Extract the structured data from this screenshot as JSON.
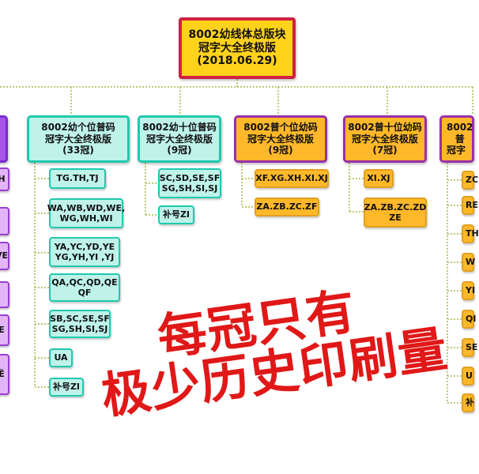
{
  "root": {
    "line1": "8002幼线体总版块",
    "line2": "冠字大全终极版",
    "line3": "(2018.06.29)"
  },
  "categories": [
    {
      "lines": [
        "8002幼个位普码",
        "冠字大全终极版",
        "(33冠)"
      ],
      "style": "teal",
      "children": [
        [
          "TG.TH,TJ"
        ],
        [
          "WA,WB,WD,WE,",
          "WG,WH,WI"
        ],
        [
          "YA,YC,YD,YE",
          "YG,YH,YI ,YJ"
        ],
        [
          "QA,QC,QD,QE",
          "QF"
        ],
        [
          "SB,SC,SE,SF",
          "SG,SH,SI,SJ"
        ],
        [
          "UA"
        ],
        [
          "补号ZI"
        ]
      ]
    },
    {
      "lines": [
        "8002幼十位普码",
        "冠字大全终极版",
        "(9冠)"
      ],
      "style": "teal",
      "children": [
        [
          "SC,SD,SE,SF",
          "SG,SH,SI,SJ"
        ],
        [
          "补号ZI"
        ]
      ]
    },
    {
      "lines": [
        "8002普个位幼码",
        "冠字大全终极版",
        "(9冠)"
      ],
      "style": "orange",
      "children": [
        [
          "XF.XG.XH.XI.XJ"
        ],
        [
          "ZA.ZB.ZC.ZF"
        ]
      ]
    },
    {
      "lines": [
        "8002普十位幼码",
        "冠字大全终极版",
        "(7冠)"
      ],
      "style": "orange",
      "children": [
        [
          "XI.XJ"
        ],
        [
          "ZA.ZB.ZC.ZD",
          "ZE"
        ]
      ]
    },
    {
      "lines": [
        "8002普",
        "冠字"
      ],
      "style": "orange",
      "children": [
        [
          "ZC"
        ],
        [
          "RE"
        ],
        [
          "TH"
        ],
        [
          "W"
        ],
        [
          "YI"
        ],
        [
          "QI"
        ],
        [
          "SE"
        ],
        [
          "U"
        ],
        [
          "补"
        ]
      ]
    }
  ],
  "left_partial": {
    "children": [
      [
        "H"
      ],
      [
        ""
      ],
      [
        "VE"
      ],
      [
        ""
      ],
      [
        "E"
      ],
      [
        "Ё"
      ]
    ]
  },
  "overlay": {
    "line1": "每冠只有",
    "line2": "极少历史印刷量"
  },
  "colors": {
    "root_fill": "#ffd21c",
    "root_border": "#d0213f",
    "teal_fill": "#bff3ea",
    "teal_border": "#1fc9ae",
    "orange_fill": "#ffb82a",
    "orange_border": "#9a2fa8",
    "lavender_fill": "#e2b5f7",
    "purple_fill": "#a855e8",
    "connector": "#a8b84a",
    "overlay_text": "#e01818"
  }
}
